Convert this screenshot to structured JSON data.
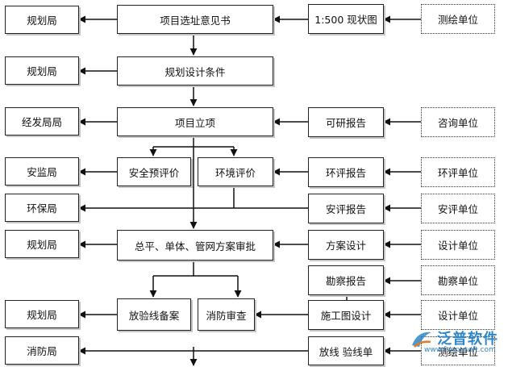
{
  "boxes": {
    "col1_r1": "规划局",
    "col1_r2": "规划局",
    "col1_r3": "经发局局",
    "col1_r4": "安监局",
    "col1_r5": "环保局",
    "col1_r6": "规划局",
    "col1_r7": "规划局",
    "col1_r8": "消防局",
    "main_site": "项目选址意见书",
    "main_planning": "规划设计条件",
    "main_project": "项目立项",
    "safety_eval": "安全预评价",
    "env_eval": "环境评价",
    "master_review": "总平、单体、管网方案审批",
    "setout_filing": "放验线备案",
    "fire_review": "消防审查",
    "topo_map": "1:500 现状图",
    "feasibility": "可研报告",
    "env_report": "环评报告",
    "safety_report": "安评报告",
    "scheme_design": "方案设计",
    "survey_report": "勘察报告",
    "construction_design": "施工图设计",
    "setout_sheet": "放线 验线单",
    "org_mapping": "测绘单位",
    "org_consulting": "咨询单位",
    "org_env": "环评单位",
    "org_safety": "安评单位",
    "org_design1": "设计单位",
    "org_survey": "勘察单位",
    "org_design2": "设计单位",
    "org_mapping2": "测绘单位"
  },
  "watermark": {
    "brand": "泛普软件",
    "url": "www.fanpusoft.com"
  },
  "colors": {
    "line": "#111111",
    "shadow": "#c6c6c6",
    "watermark": "#2f86c8"
  }
}
